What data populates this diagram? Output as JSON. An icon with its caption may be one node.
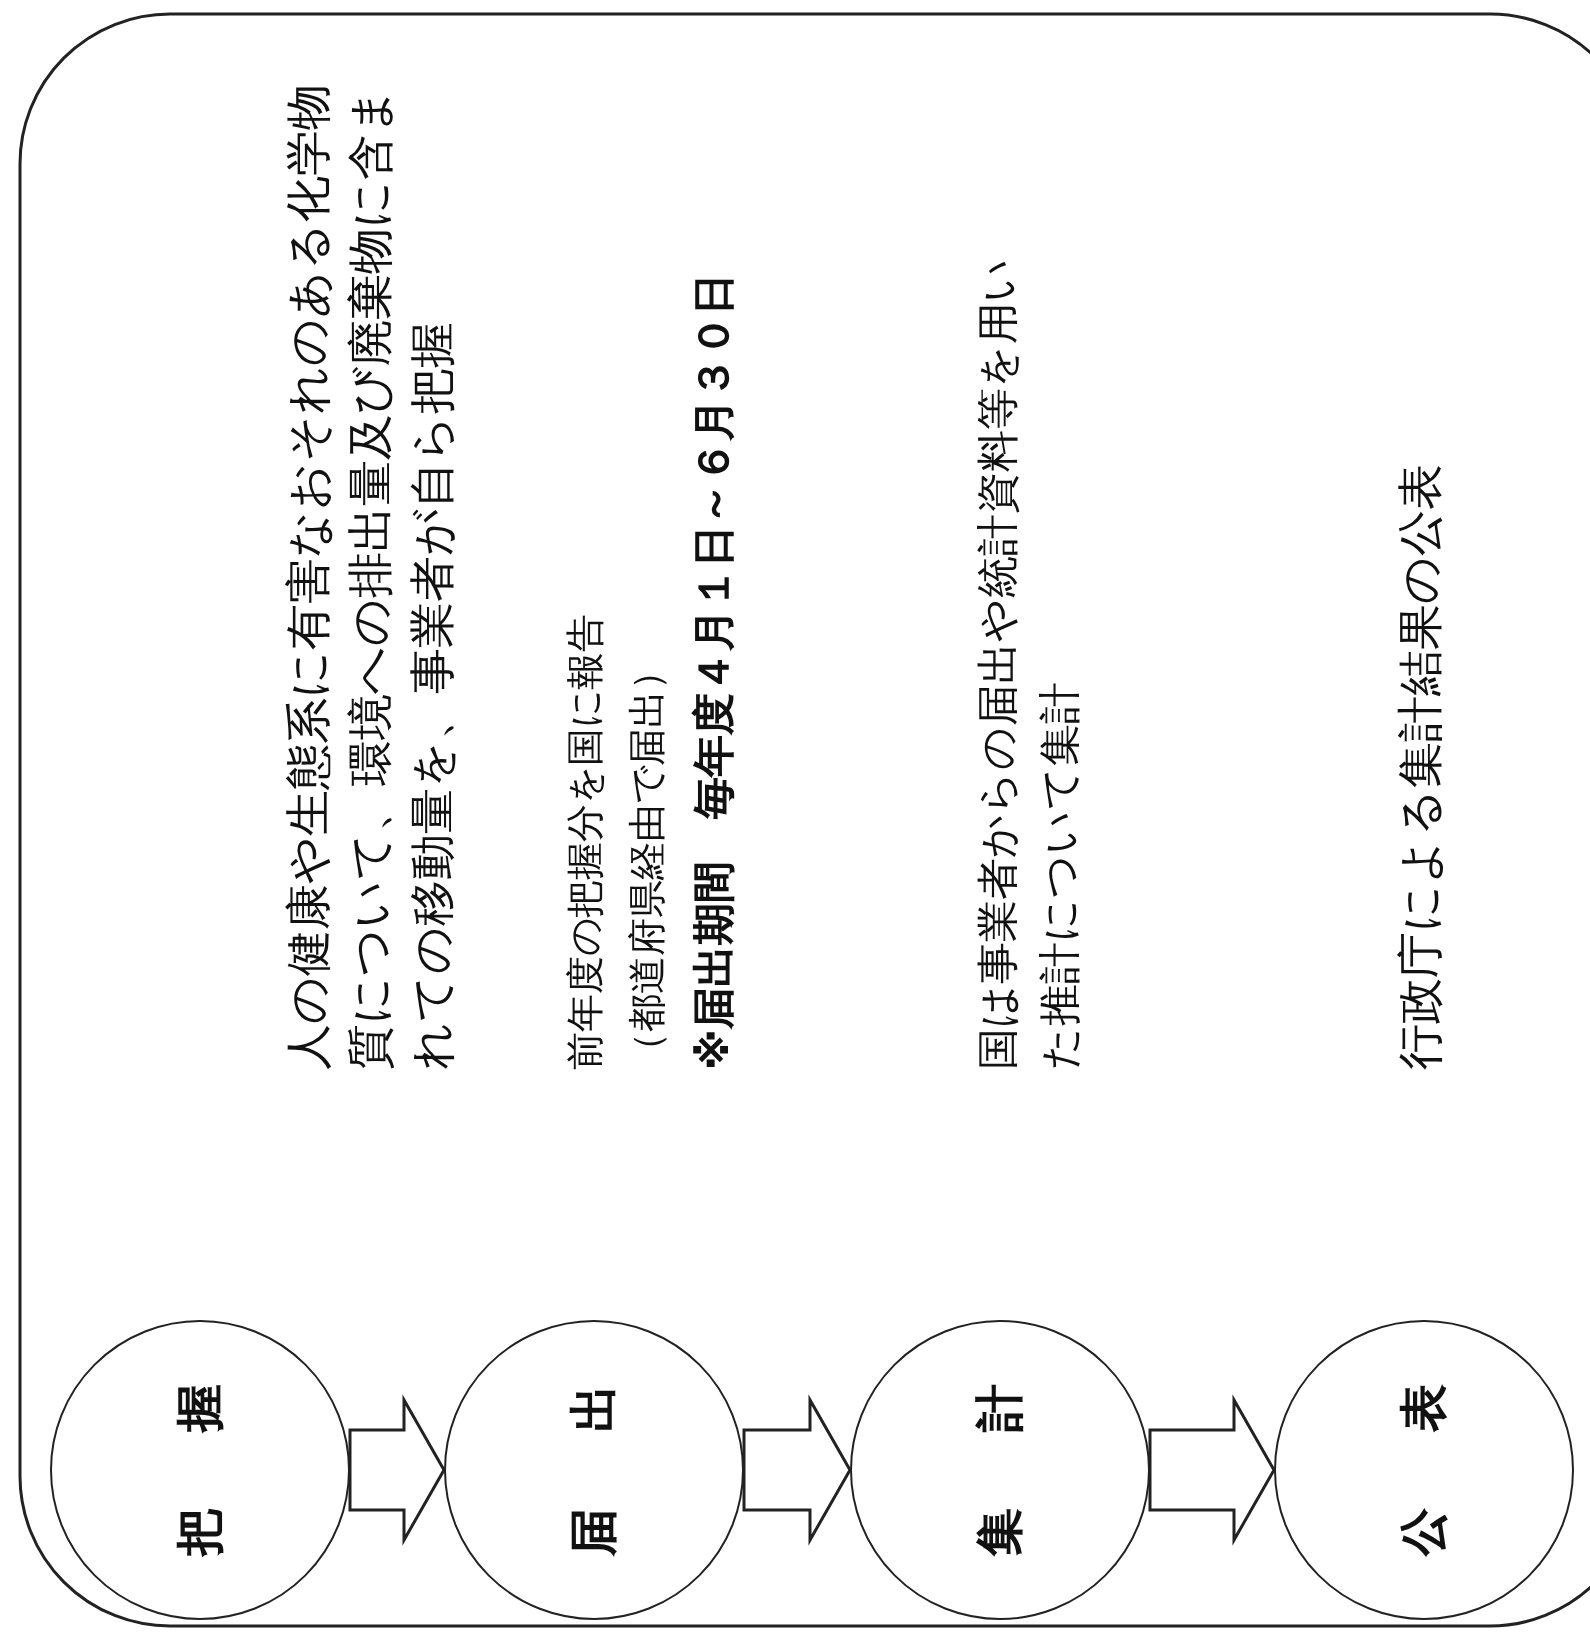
{
  "diagram": {
    "nodes": [
      {
        "text": [
          "把握"
        ]
      },
      {
        "text": [
          "届出"
        ]
      },
      {
        "text": [
          "集計"
        ]
      },
      {
        "text": [
          "公表"
        ]
      }
    ],
    "edges": [
      {
        "from": 0,
        "to": 1,
        "arrow": "to"
      },
      {
        "from": 1,
        "to": 2,
        "arrow": "to"
      },
      {
        "from": 2,
        "to": 3,
        "arrow": "to"
      }
    ],
    "labels": [
      "人の健康や生態系に有害なおそれのある化学物質について、環境への排出量及び廃棄物に含まれての移動量を、事業者が自ら把握",
      "前年度の把握分を国に報告（都道府県経由で届出）",
      "※届出期間　毎年度４月１日～６月３０日",
      "国は事業者からの届出や統計資料等を用いた推計について集計",
      "行政庁による集計結果の公表"
    ]
  }
}
